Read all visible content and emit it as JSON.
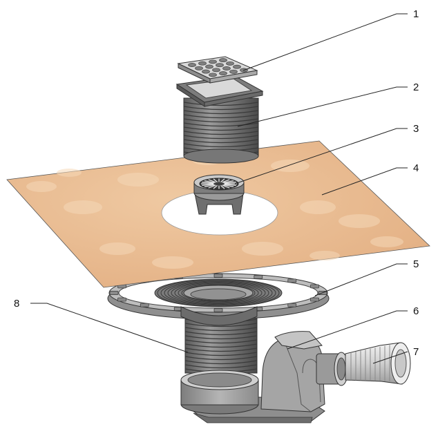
{
  "colors": {
    "membrane": "#e7b88e",
    "membrane_light": "#f1d1ad",
    "metal_light": "#e4e4e4",
    "metal_mid": "#b9b9b9",
    "metal_dark": "#6e6e6e",
    "plastic": "#9d9d9d",
    "plastic_dark": "#5f5f5f",
    "line": "#222222"
  },
  "callouts": [
    {
      "number": "1",
      "part": "grate-cover"
    },
    {
      "number": "2",
      "part": "height-adjustment-sleeve"
    },
    {
      "number": "3",
      "part": "hair-trap-insert"
    },
    {
      "number": "4",
      "part": "waterproofing-membrane"
    },
    {
      "number": "5",
      "part": "bonding-flange"
    },
    {
      "number": "6",
      "part": "drain-body"
    },
    {
      "number": "7",
      "part": "outlet-pipe"
    },
    {
      "number": "8",
      "part": "lower-threaded-sleeve"
    }
  ]
}
